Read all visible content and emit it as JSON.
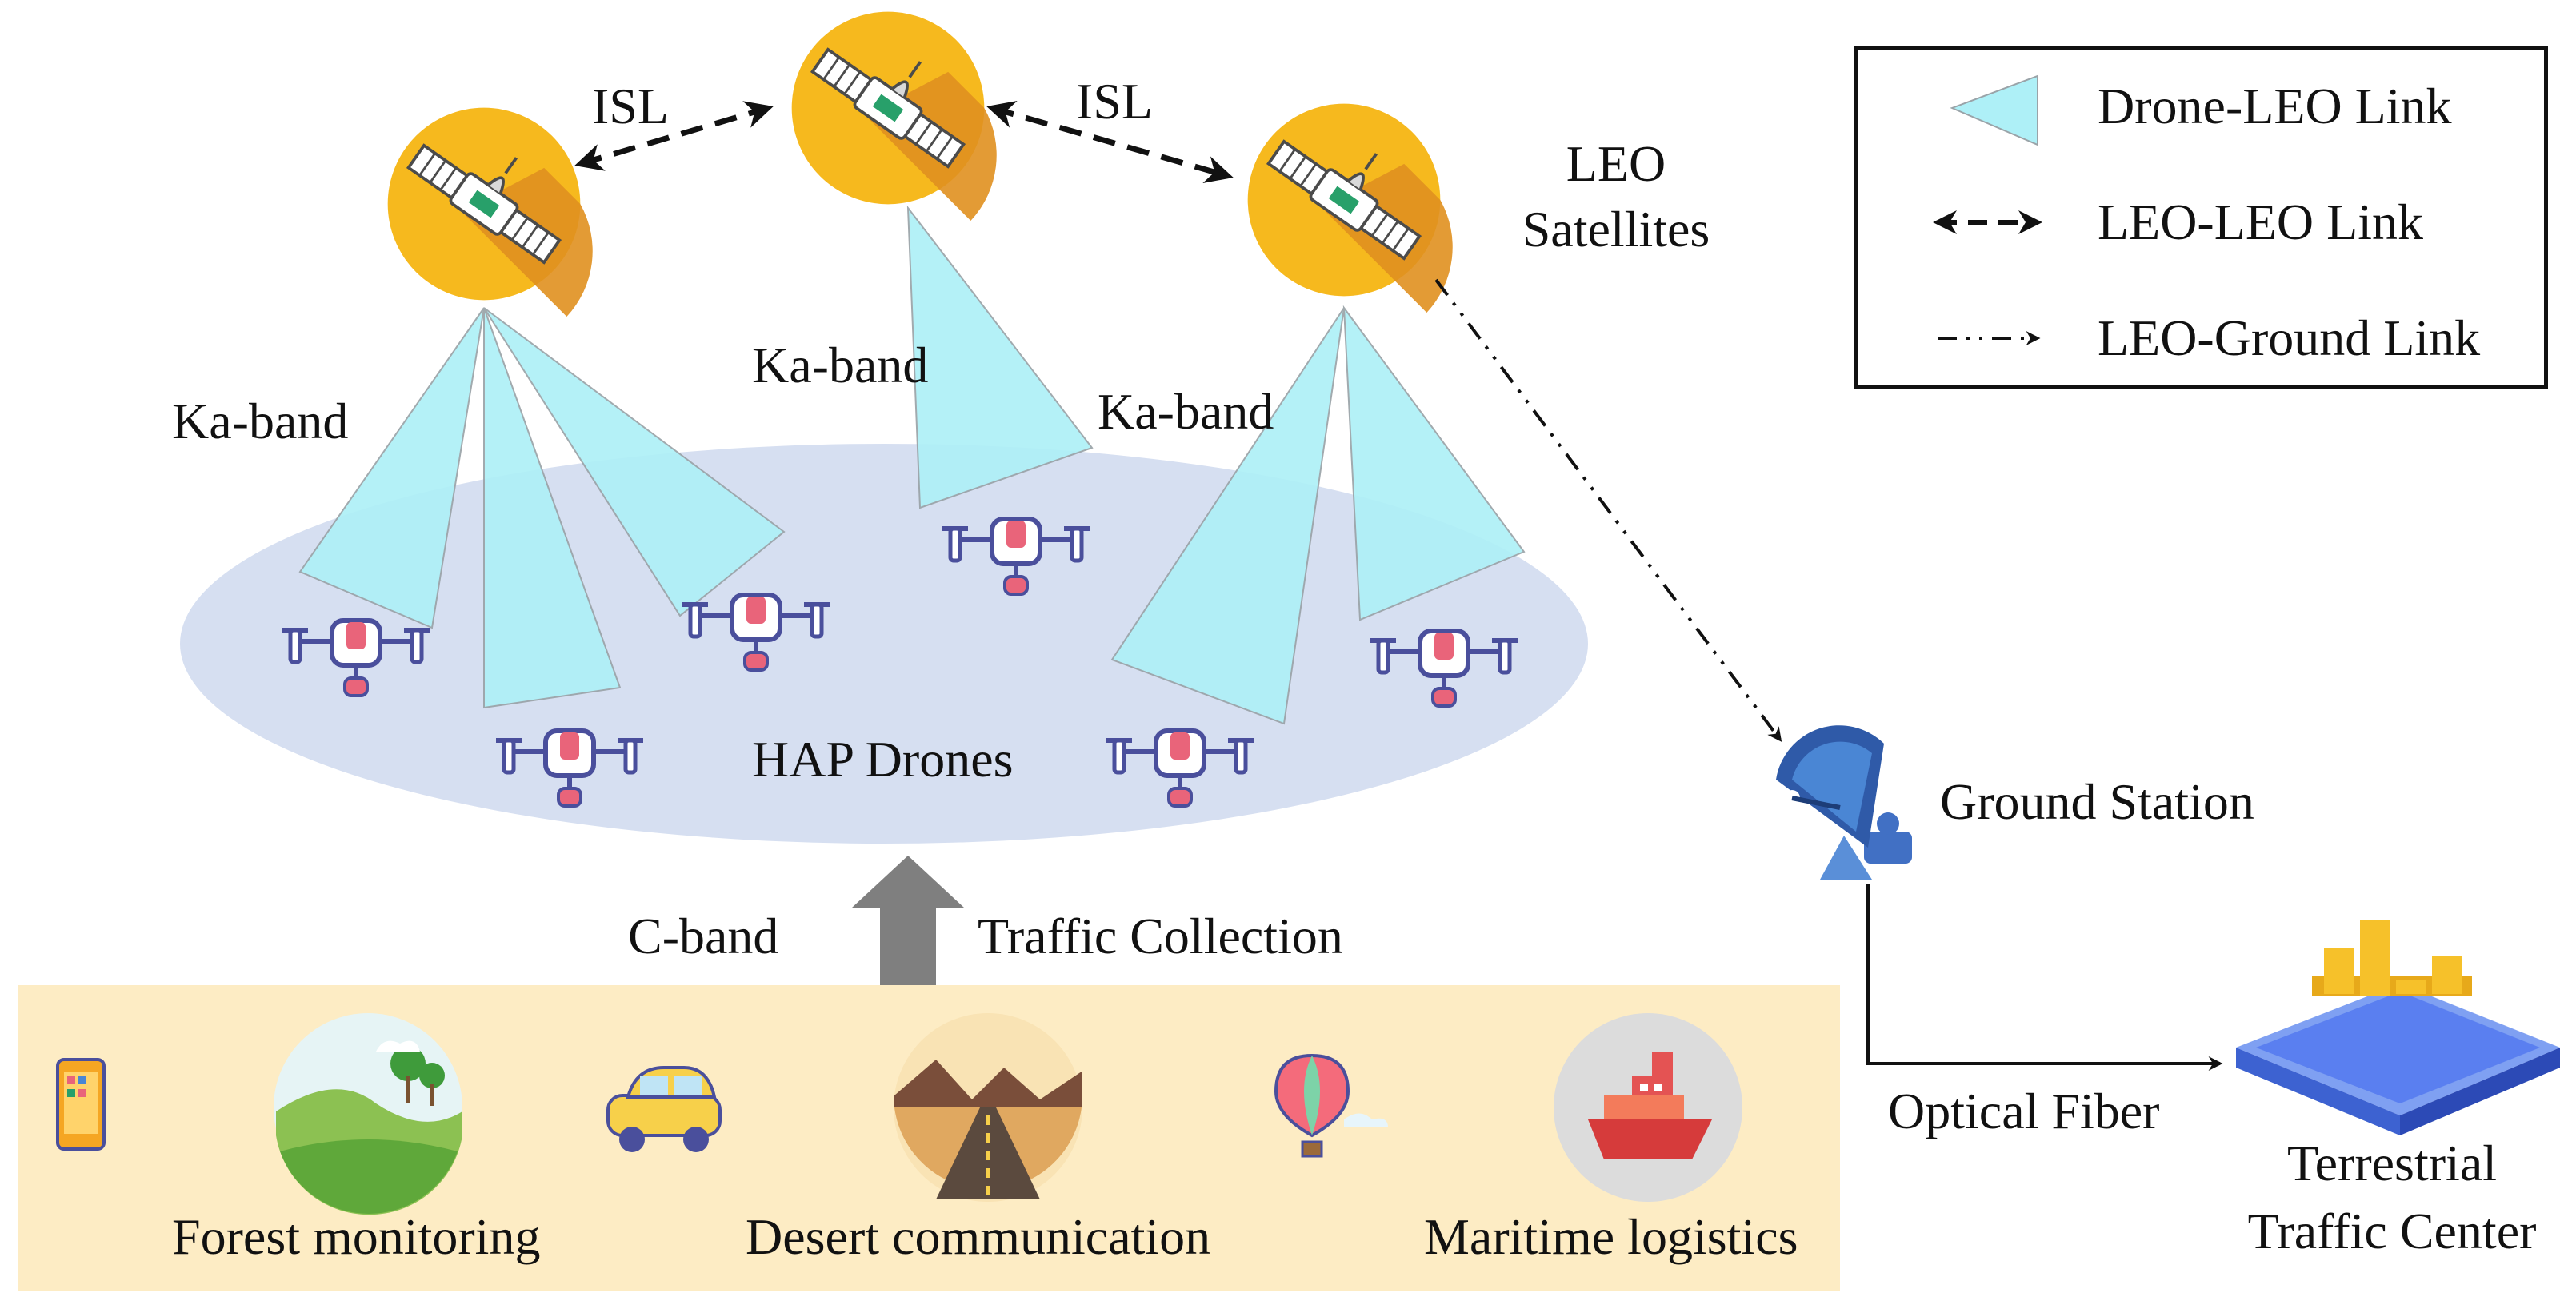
{
  "legend": {
    "drone_leo": "Drone-LEO Link",
    "leo_leo": "LEO-LEO Link",
    "leo_ground": "LEO-Ground Link"
  },
  "labels": {
    "isl_left": "ISL",
    "isl_right": "ISL",
    "leo_line1": "LEO",
    "leo_line2": "Satellites",
    "ka_left": "Ka-band",
    "ka_mid": "Ka-band",
    "ka_right": "Ka-band",
    "hap": "HAP Drones",
    "c_band": "C-band",
    "traffic": "Traffic Collection",
    "ground_station": "Ground Station",
    "optical_fiber": "Optical Fiber",
    "ttc_line1": "Terrestrial",
    "ttc_line2": "Traffic Center"
  },
  "scenarios": {
    "forest": "Forest monitoring",
    "desert": "Desert communication",
    "maritime": "Maritime logistics"
  },
  "colors": {
    "beam": "#aef0f7",
    "ellipse": "#d6dff1",
    "band": "#fdecc4",
    "satellite_body": "#f6b91e",
    "drone_accent": "#e9647a",
    "drone_outline": "#4a4f9c",
    "ground_station": "#3d6fc2",
    "platform": "#4d79ee"
  }
}
